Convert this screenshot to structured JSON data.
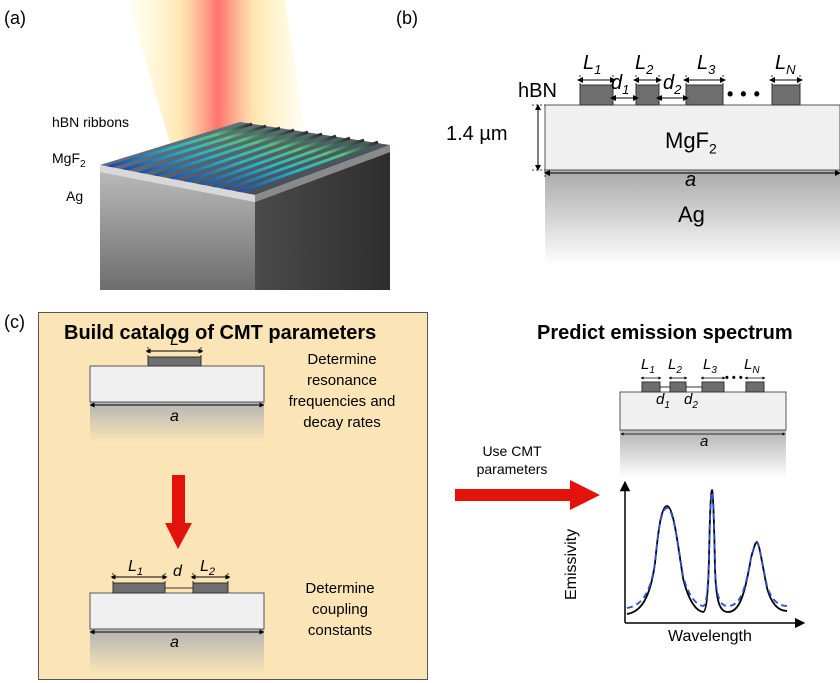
{
  "panel_labels": {
    "a": "(a)",
    "b": "(b)",
    "c": "(c)"
  },
  "panel_a": {
    "ribbons_label": "hBN ribbons",
    "substrate_label_base": "MgF",
    "substrate_label_sub": "2",
    "metal_label": "Ag"
  },
  "panel_b": {
    "hbn_label": "hBN",
    "thickness_label": "1.4 µm",
    "substrate_base": "MgF",
    "substrate_sub": "2",
    "period_label": "a",
    "metal_label": "Ag",
    "ribbon_labels": [
      {
        "base": "L",
        "sub": "1"
      },
      {
        "base": "L",
        "sub": "2"
      },
      {
        "base": "L",
        "sub": "3"
      },
      {
        "base": "L",
        "sub": "N"
      }
    ],
    "gap_labels": [
      {
        "base": "d",
        "sub": "1"
      },
      {
        "base": "d",
        "sub": "2"
      }
    ],
    "ellipsis": "• • •"
  },
  "panel_c": {
    "catalog_title": "Build catalog of CMT parameters",
    "single_ribbon_label": "L",
    "single_period_label": "a",
    "resonance_text": [
      "Determine",
      "resonance",
      "frequencies and",
      "decay rates"
    ],
    "pair_labels": [
      {
        "base": "L",
        "sub": "1"
      },
      {
        "base": "L",
        "sub": "2"
      }
    ],
    "pair_gap_label": "d",
    "pair_period_label": "a",
    "coupling_text": [
      "Determine",
      "coupling",
      "constants"
    ],
    "arrow_text": [
      "Use CMT",
      "parameters"
    ],
    "predict_title": "Predict emission spectrum",
    "predict_ribbon_labels": [
      {
        "base": "L",
        "sub": "1"
      },
      {
        "base": "L",
        "sub": "2"
      },
      {
        "base": "L",
        "sub": "3"
      },
      {
        "base": "L",
        "sub": "N"
      }
    ],
    "predict_gap_labels": [
      {
        "base": "d",
        "sub": "1"
      },
      {
        "base": "d",
        "sub": "2"
      }
    ],
    "predict_ellipsis": "• • •",
    "predict_period_label": "a",
    "plot_ylabel": "Emissivity",
    "plot_xlabel": "Wavelength"
  },
  "colors": {
    "catalog_bg": "#fbe5b7",
    "ribbon": "#6e6e6e",
    "substrate": "#efefef",
    "arrow": "#e3120b",
    "curve_solid": "#000000",
    "curve_dashed": "#2a4fd8"
  }
}
